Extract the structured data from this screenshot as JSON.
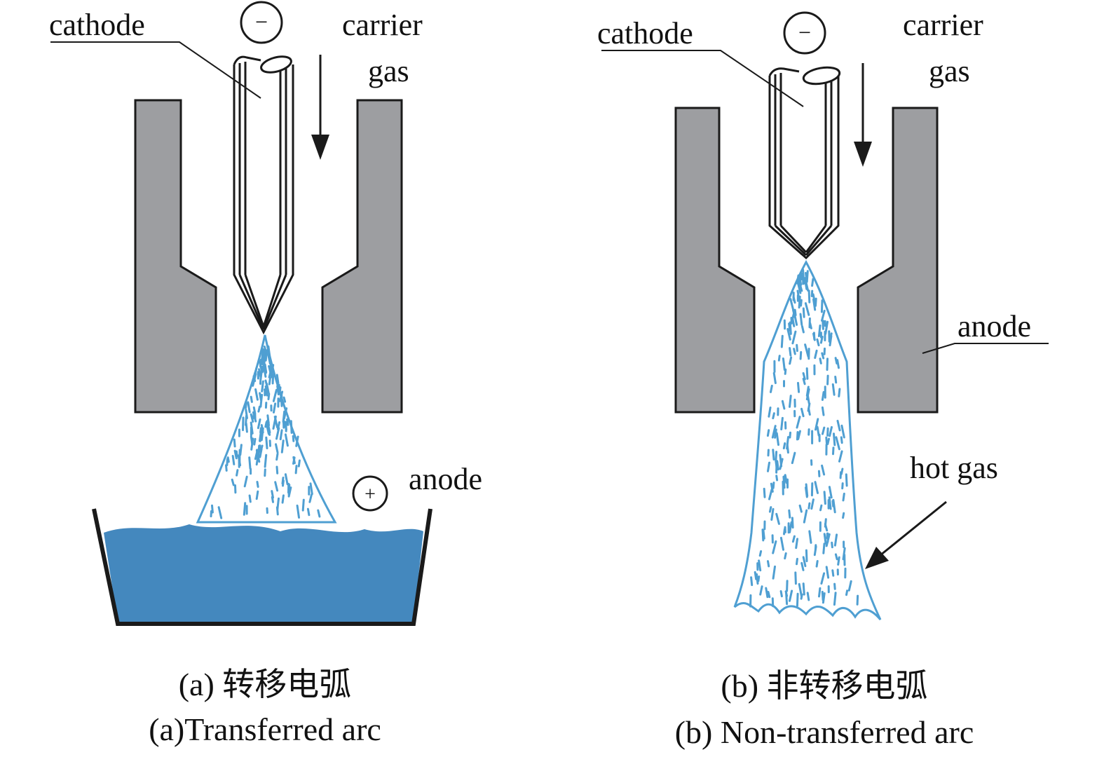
{
  "panel_a": {
    "cathode_label": "cathode",
    "gas_label_line1": "carrier",
    "gas_label_line2": "gas",
    "anode_label": "anode",
    "cathode_sign": "−",
    "anode_sign": "+",
    "caption_cn": "(a) 转移电弧",
    "caption_en": "(a)Transferred arc"
  },
  "panel_b": {
    "cathode_label": "cathode",
    "gas_label_line1": "carrier",
    "gas_label_line2": "gas",
    "anode_label": "anode",
    "hot_gas_label": "hot gas",
    "cathode_sign": "−",
    "caption_cn": "(b) 非转移电弧",
    "caption_en": "(b) Non-transferred arc"
  },
  "colors": {
    "anode_block": "#9d9ea1",
    "plasma": "#4f9fd2",
    "melt": "#4488be",
    "outline": "#1a1a1a"
  }
}
